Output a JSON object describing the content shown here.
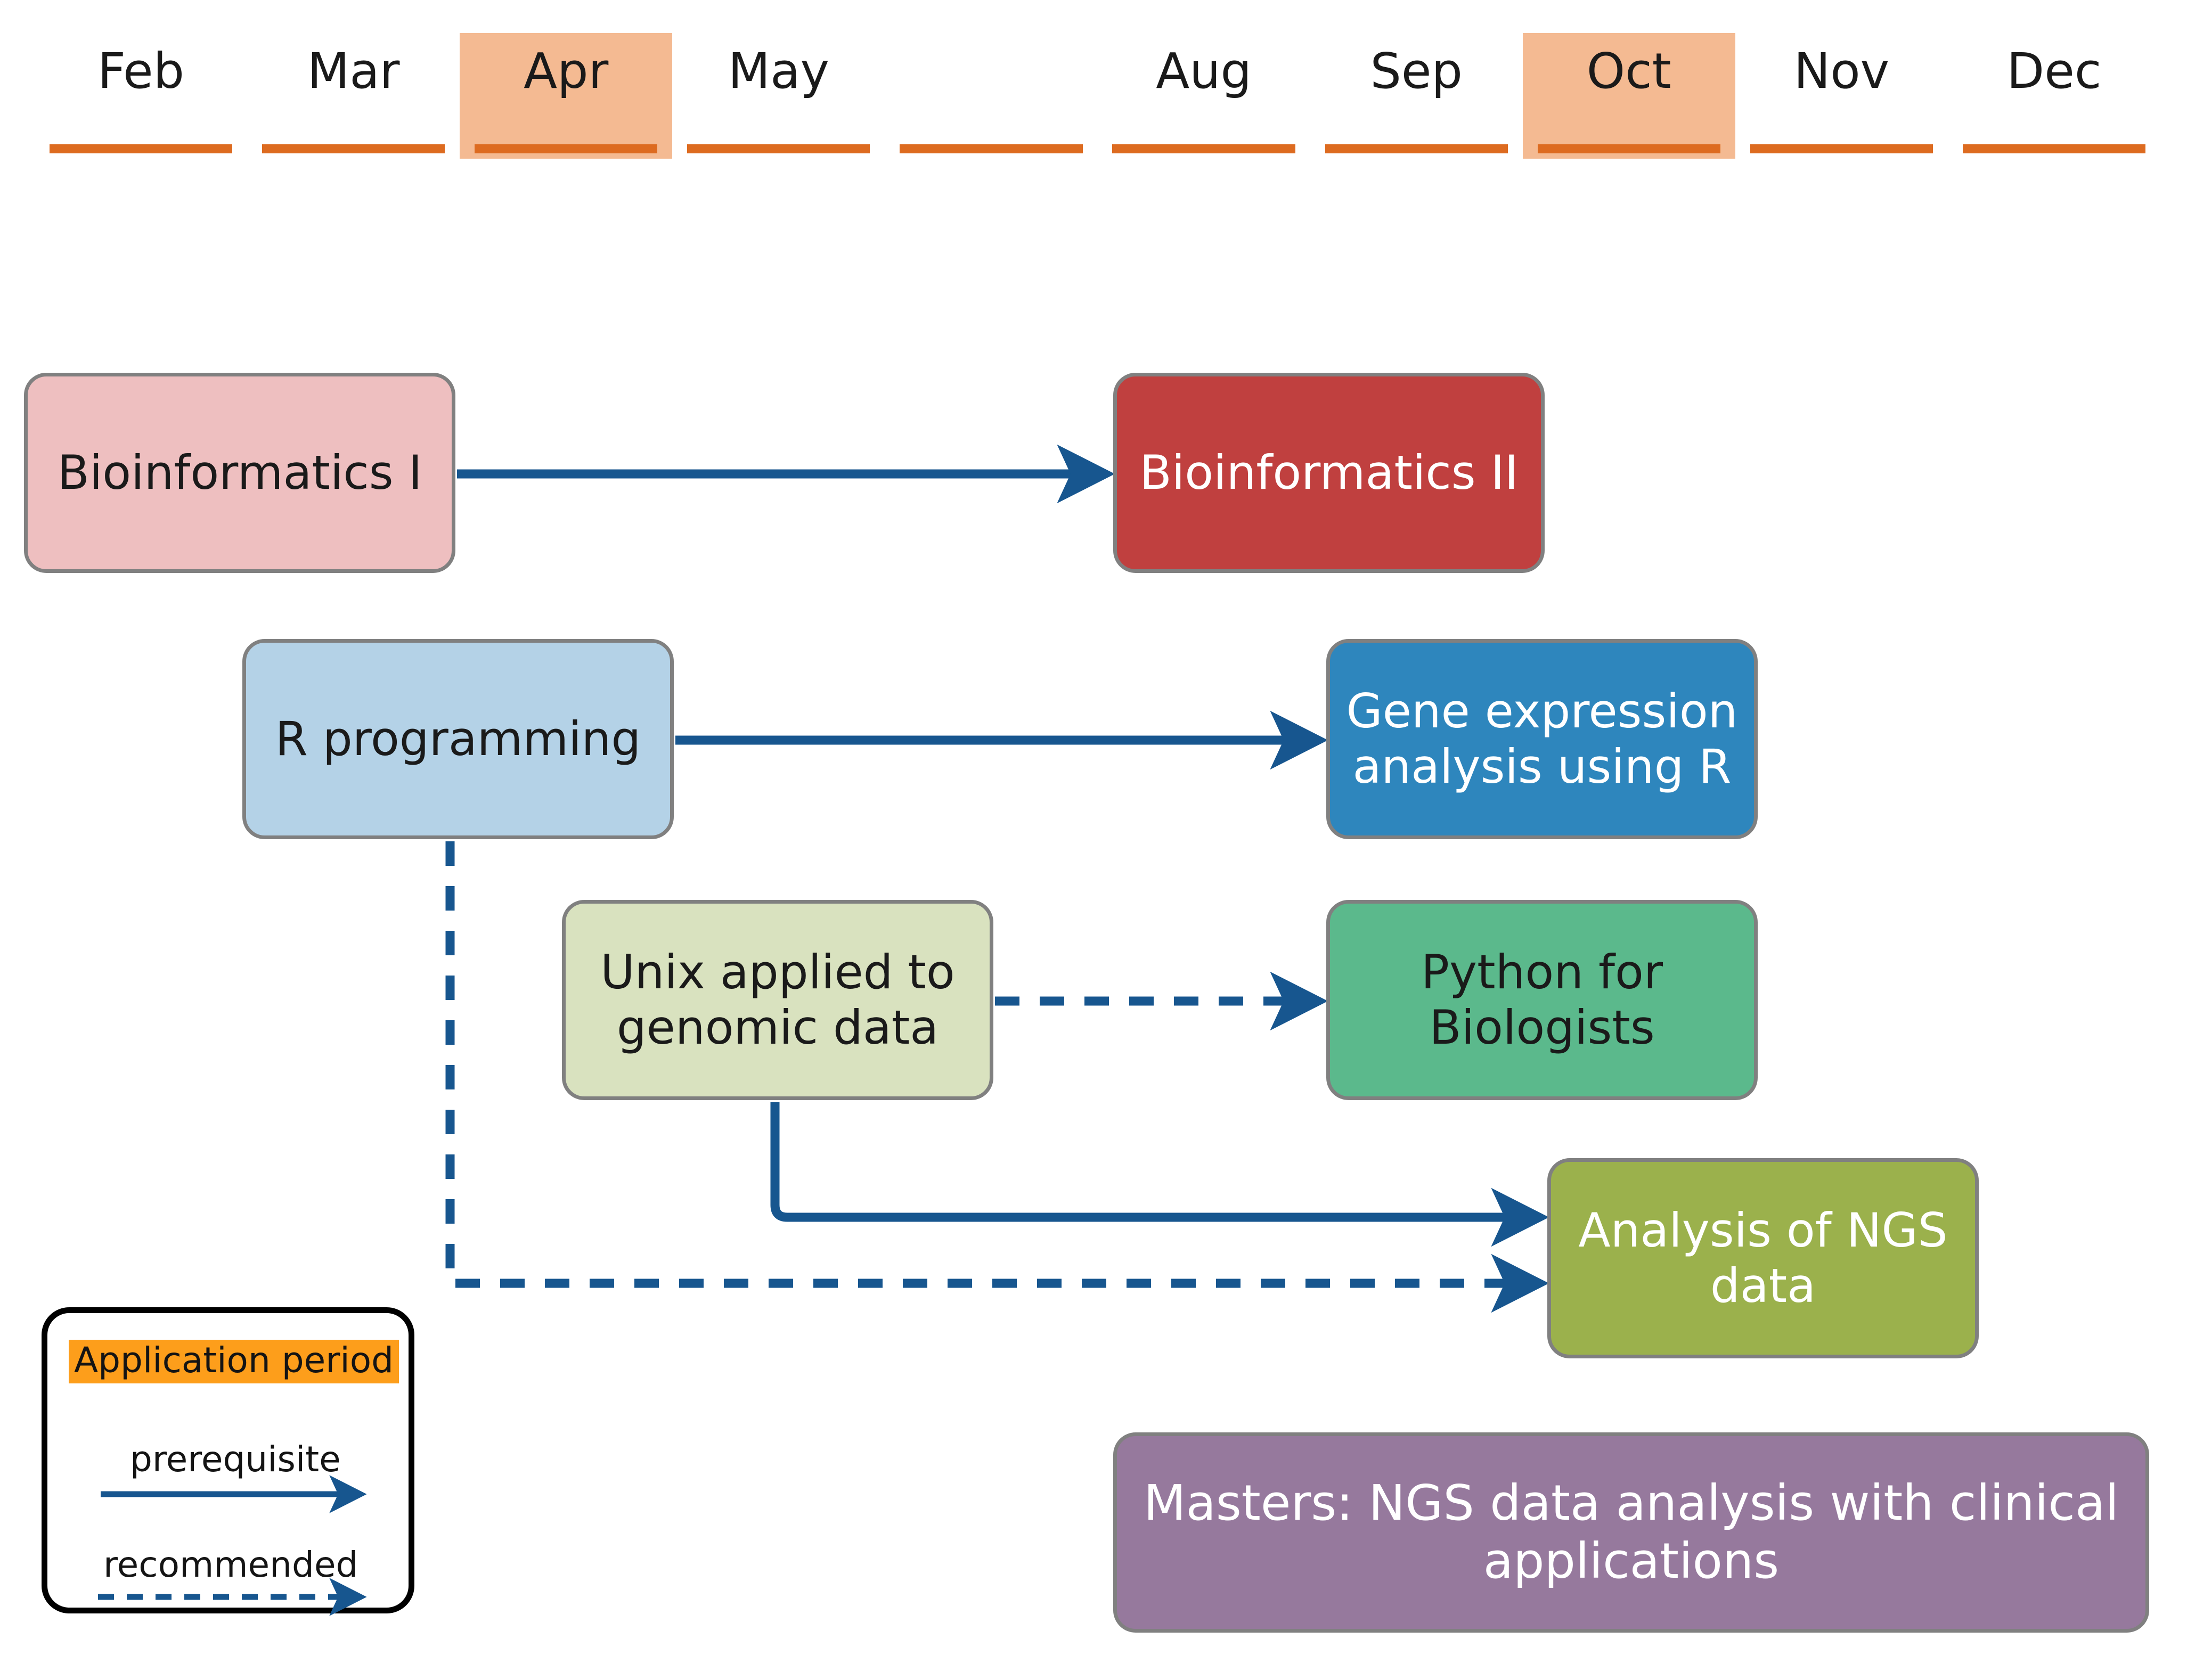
{
  "timeline": {
    "months": [
      {
        "label": "Feb",
        "highlighted": false
      },
      {
        "label": "Mar",
        "highlighted": false
      },
      {
        "label": "Apr",
        "highlighted": true
      },
      {
        "label": "May",
        "highlighted": false
      },
      {
        "label": "",
        "highlighted": false
      },
      {
        "label": "Aug",
        "highlighted": false
      },
      {
        "label": "Sep",
        "highlighted": false
      },
      {
        "label": "Oct",
        "highlighted": true
      },
      {
        "label": "Nov",
        "highlighted": false
      },
      {
        "label": "Dec",
        "highlighted": false
      }
    ]
  },
  "nodes": {
    "bioinformatics_1": {
      "label": "Bioinformatics I",
      "fill": "#EEBFC0",
      "text_color": "#1a1a1a"
    },
    "bioinformatics_2": {
      "label": "Bioinformatics II",
      "fill": "#C0403F",
      "text_color": "#ffffff"
    },
    "r_programming": {
      "label": "R programming",
      "fill": "#B4D2E7",
      "text_color": "#1a1a1a"
    },
    "gene_expression": {
      "label": "Gene expression analysis using R",
      "fill": "#2E86BD",
      "text_color": "#ffffff"
    },
    "unix_genomic": {
      "label": "Unix applied to genomic data",
      "fill": "#D9E2BF",
      "text_color": "#1a1a1a"
    },
    "python_biologists": {
      "label": "Python for Biologists",
      "fill": "#5BB98C",
      "text_color": "#1a1a1a"
    },
    "ngs_analysis": {
      "label": "Analysis of NGS data",
      "fill": "#9BB14C",
      "text_color": "#ffffff"
    },
    "masters": {
      "label": "Masters: NGS data analysis with clinical applications",
      "fill": "#96799D",
      "text_color": "#ffffff"
    }
  },
  "edges": [
    {
      "from": "bioinformatics_1",
      "to": "bioinformatics_2",
      "type": "prerequisite"
    },
    {
      "from": "r_programming",
      "to": "gene_expression",
      "type": "prerequisite"
    },
    {
      "from": "unix_genomic",
      "to": "python_biologists",
      "type": "recommended"
    },
    {
      "from": "unix_genomic",
      "to": "ngs_analysis",
      "type": "prerequisite"
    },
    {
      "from": "r_programming",
      "to": "ngs_analysis",
      "type": "recommended"
    }
  ],
  "legend": {
    "application_period": "Application period",
    "prerequisite": "prerequisite",
    "recommended": "recommended"
  },
  "colors": {
    "month_bar": "#DD6B20",
    "month_highlight": "#F4BA92",
    "application_period_highlight": "#FD9E1B",
    "connector_line": "#17568F",
    "node_border": "#808080"
  }
}
